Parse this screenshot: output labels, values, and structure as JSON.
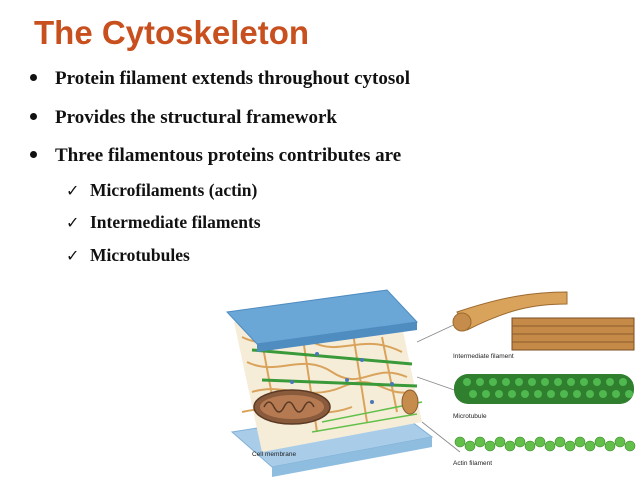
{
  "slide": {
    "title": "The Cytoskeleton",
    "bullets": [
      "Protein filament extends throughout cytosol",
      "Provides the structural framework",
      "Three filamentous proteins contributes are"
    ],
    "sub_bullets": [
      "Microfilaments (actin)",
      "Intermediate filaments",
      "Microtubules"
    ]
  },
  "figure": {
    "labels": {
      "intermediate": "Intermediate filament",
      "microtubule": "Microtubule",
      "actin": "Actin filament",
      "membrane": "Cell membrane"
    },
    "colors": {
      "title": "#c8501e",
      "membrane_top": "#6aa6d6",
      "membrane_bottom": "#a9cde9",
      "filament_tan": "#d9a35c",
      "microtubule_green": "#3a9a3a",
      "actin_green": "#62c04a",
      "mitochondrion": "#8a5a3c"
    }
  }
}
